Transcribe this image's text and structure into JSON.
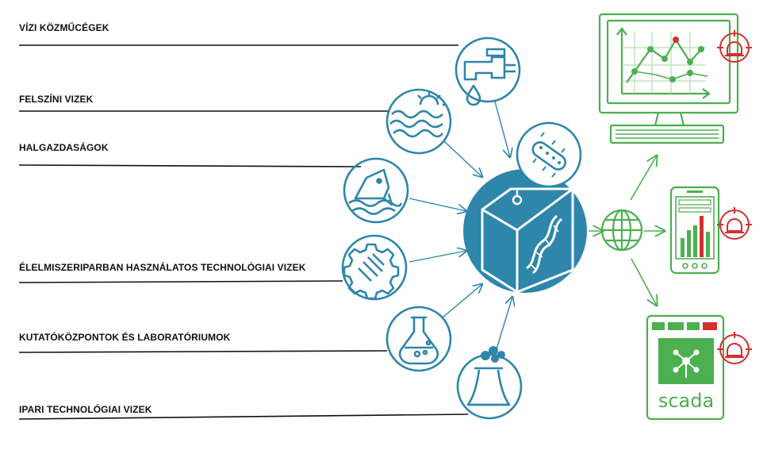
{
  "labels": [
    "VÍZI KÖZMŰCÉGEK",
    "FELSZÍNI VIZEK",
    "HALGAZDASÁGOK",
    "ÉLELMISZERIPARBAN HASZNÁLATOS TECHNOLÓGIAI VIZEK",
    "KUTATÓKÖZPONTOK ÉS LABORATÓRIUMOK",
    "IPARI TECHNOLÓGIAI VIZEK"
  ],
  "scada_text": "scada",
  "colors": {
    "blue": "#2e86ab",
    "green": "#4caf50",
    "red": "#d32f2f",
    "text": "#111111"
  },
  "icons": [
    "water-tap-icon",
    "sun-waves-icon",
    "fish-icon",
    "gear-hand-icon",
    "flask-icon",
    "factory-flask-icon",
    "bacteria-icon",
    "sensor-cube-icon",
    "globe-icon",
    "monitor-chart-icon",
    "phone-chart-icon",
    "tablet-scada-icon",
    "alarm-icon"
  ]
}
